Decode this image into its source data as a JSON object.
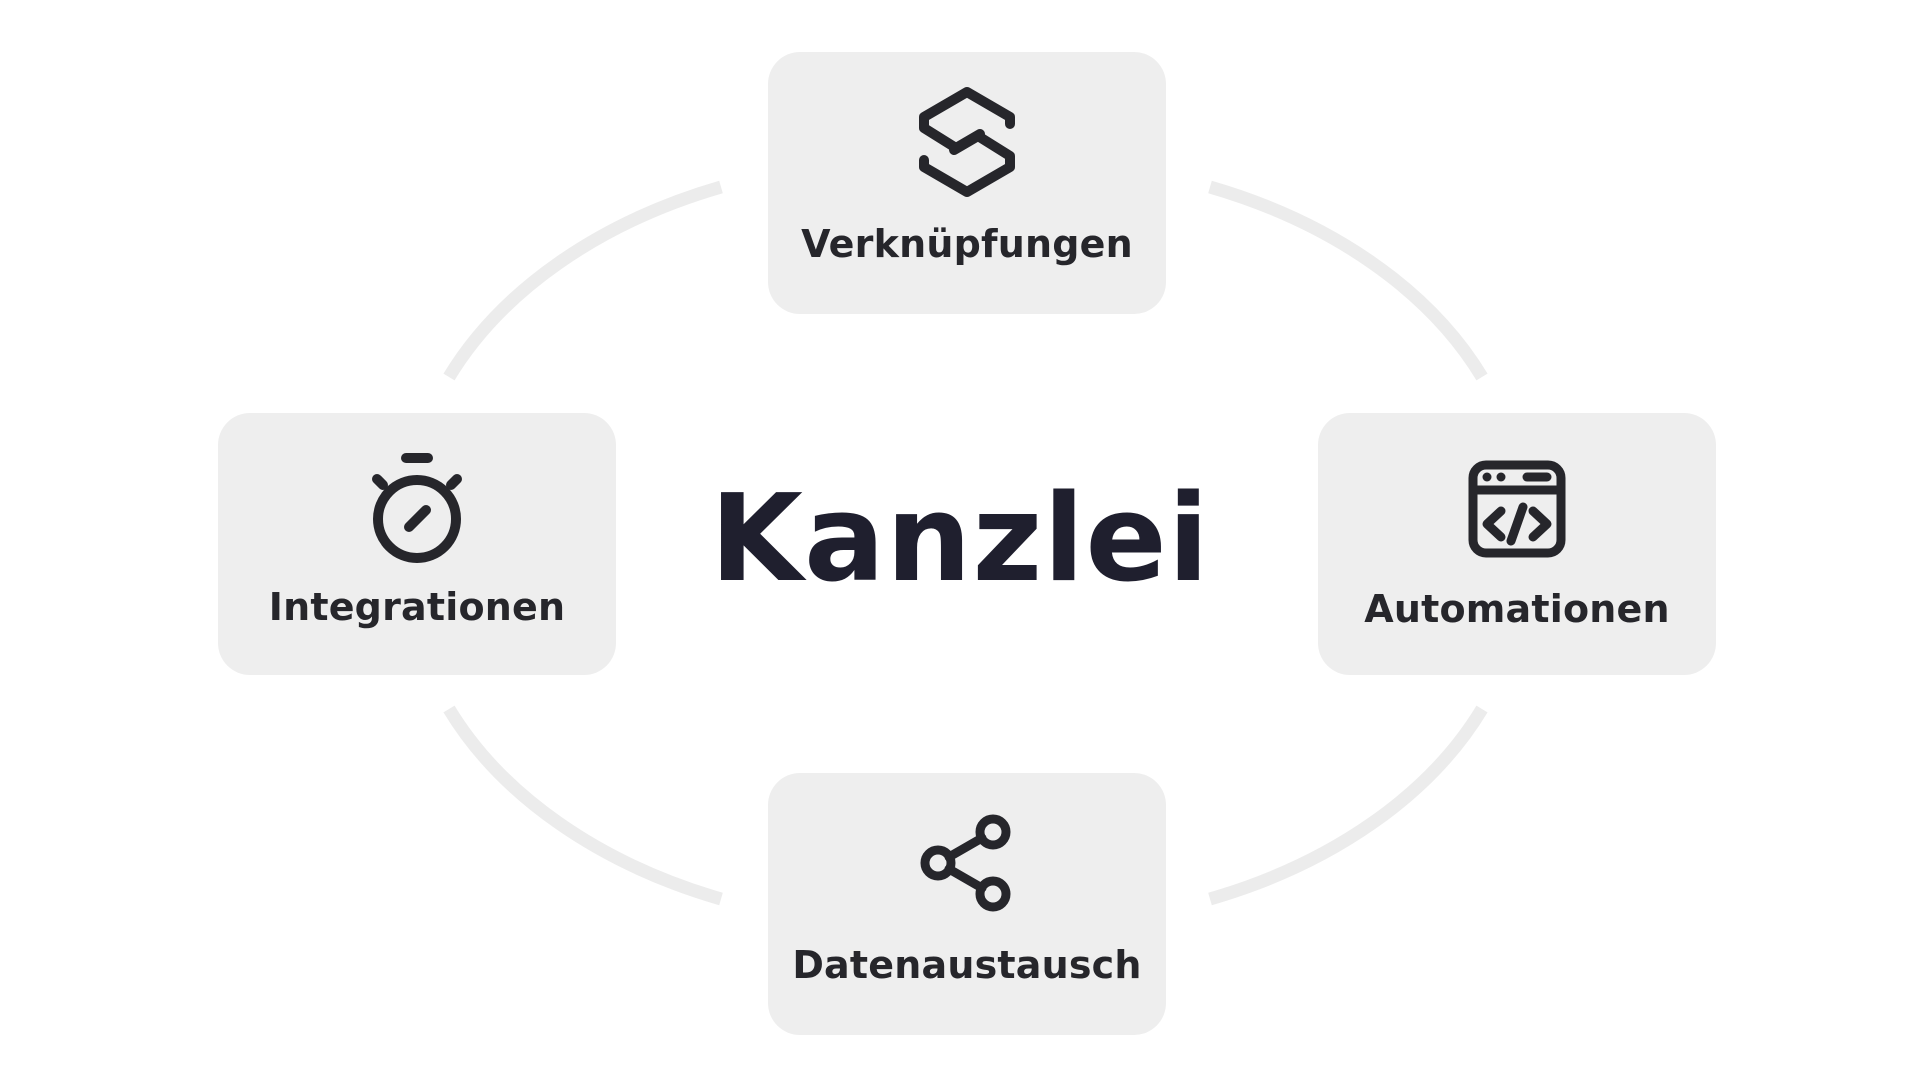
{
  "center": {
    "title": "Kanzlei"
  },
  "nodes": {
    "top": {
      "label": "Verknüpfungen",
      "icon": "link-chain-icon"
    },
    "left": {
      "label": "Integrationen",
      "icon": "stopwatch-icon"
    },
    "right": {
      "label": "Automationen",
      "icon": "code-window-icon"
    },
    "bottom": {
      "label": "Datenaustausch",
      "icon": "share-icon"
    }
  },
  "colors": {
    "card_background": "#eeeeee",
    "ring": "#ececec",
    "text": "#26262b",
    "title": "#1f1f2e"
  }
}
